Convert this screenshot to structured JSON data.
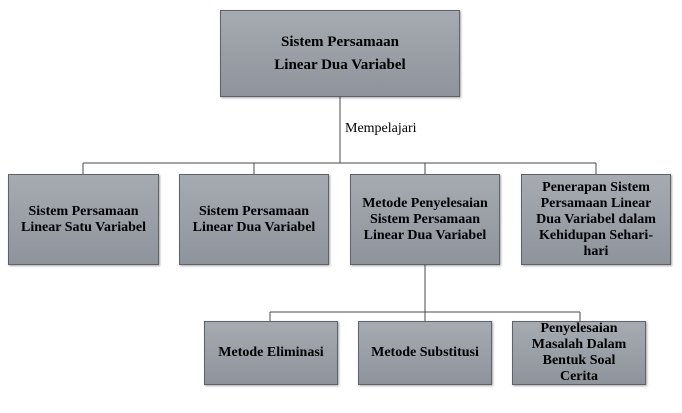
{
  "root": {
    "line1": "Sistem Persamaan",
    "line2": "Linear Dua Variabel"
  },
  "connector_label": "Mempelajari",
  "level1": [
    {
      "text": "Sistem Persamaan Linear Satu Variabel"
    },
    {
      "text": "Sistem Persamaan Linear Dua Variabel"
    },
    {
      "text": "Metode Penyelesaian Sistem Persamaan Linear Dua Variabel"
    },
    {
      "text": "Penerapan Sistem Persamaan Linear Dua Variabel dalam Kehidupan Sehari-hari"
    }
  ],
  "level2": [
    {
      "text": "Metode Eliminasi"
    },
    {
      "text": "Metode Substitusi"
    },
    {
      "text": "Penyelesaian Masalah Dalam Bentuk Soal Cerita"
    }
  ]
}
